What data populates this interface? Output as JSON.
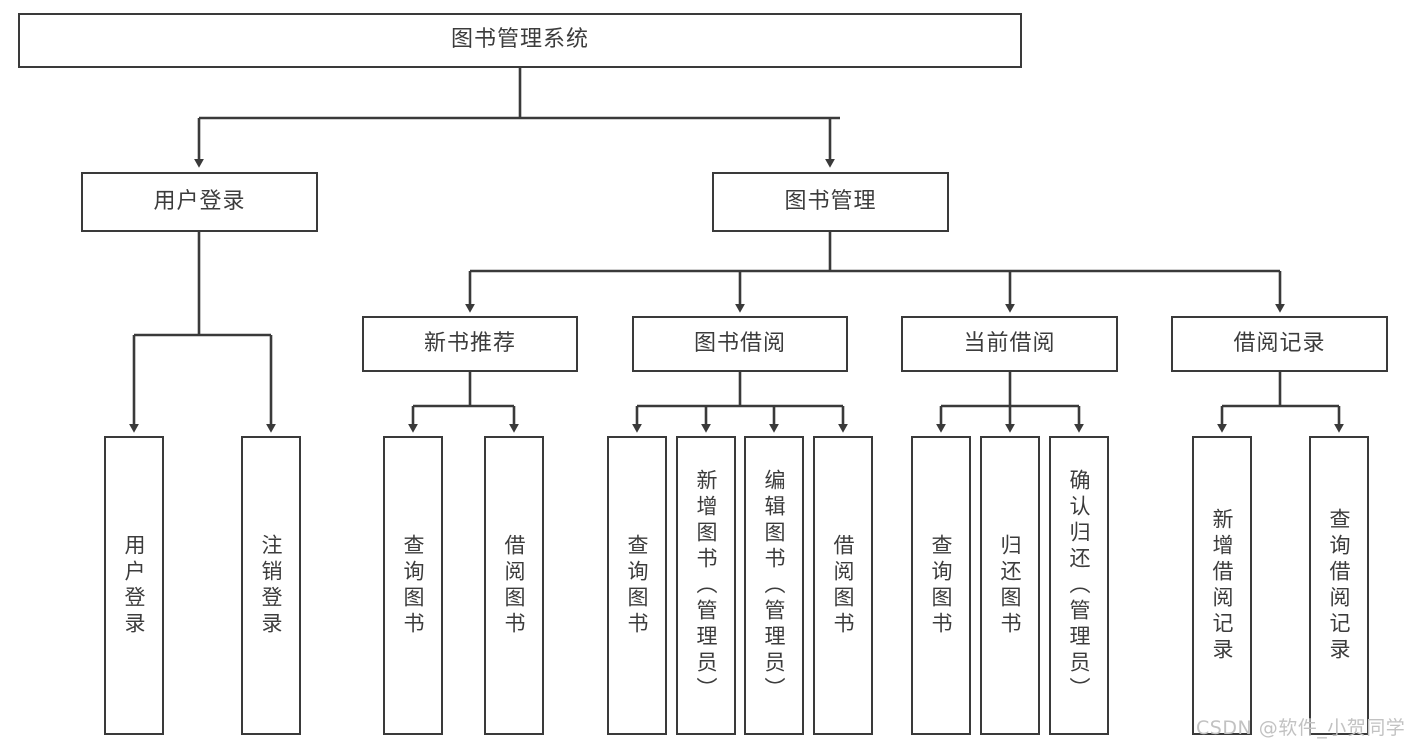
{
  "diagram": {
    "title": "图书管理系统",
    "type": "tree",
    "stroke_color": "#3a3a3a",
    "fill_color": "#ffffff",
    "text_color": "#3c3c3c",
    "nodes": {
      "root": {
        "label": "图书管理系统"
      },
      "level1": [
        {
          "label": "用户登录"
        },
        {
          "label": "图书管理"
        }
      ],
      "level2": [
        {
          "label": "新书推荐"
        },
        {
          "label": "图书借阅"
        },
        {
          "label": "当前借阅"
        },
        {
          "label": "借阅记录"
        }
      ],
      "leaves": {
        "user_login": [
          {
            "label": "用户登录"
          },
          {
            "label": "注销登录"
          }
        ],
        "new_book_recommend": [
          {
            "label": "查询图书"
          },
          {
            "label": "借阅图书"
          }
        ],
        "book_borrow": [
          {
            "label": "查询图书"
          },
          {
            "label": "新增图书（管理员）"
          },
          {
            "label": "编辑图书（管理员）"
          },
          {
            "label": "借阅图书"
          }
        ],
        "current_borrow": [
          {
            "label": "查询图书"
          },
          {
            "label": "归还图书"
          },
          {
            "label": "确认归还（管理员）"
          }
        ],
        "borrow_record": [
          {
            "label": "新增借阅记录"
          },
          {
            "label": "查询借阅记录"
          }
        ]
      }
    }
  },
  "watermark": {
    "text": "CSDN @软件_小贺同学"
  }
}
